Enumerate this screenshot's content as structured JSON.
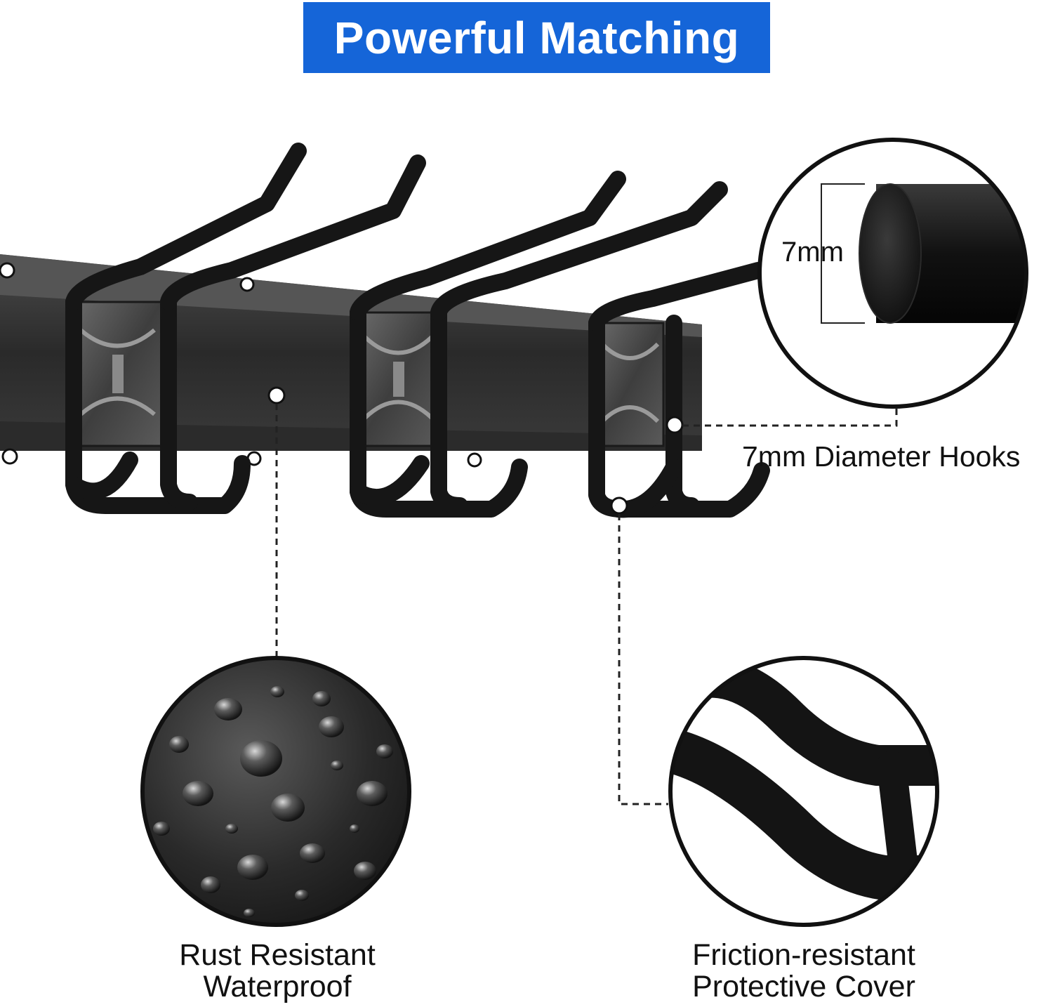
{
  "title": "Powerful Matching",
  "callouts": {
    "diameter_measure": "7mm",
    "diameter_label": "7mm Diameter Hooks",
    "rust": {
      "line1": "Rust Resistant",
      "line2": "Waterproof"
    },
    "friction": {
      "line1": "Friction-resistant",
      "line2": "Protective Cover"
    }
  },
  "colors": {
    "banner": "#1565d8",
    "banner_text": "#ffffff",
    "caption_text": "#111111",
    "product": "#1c1c1c"
  }
}
